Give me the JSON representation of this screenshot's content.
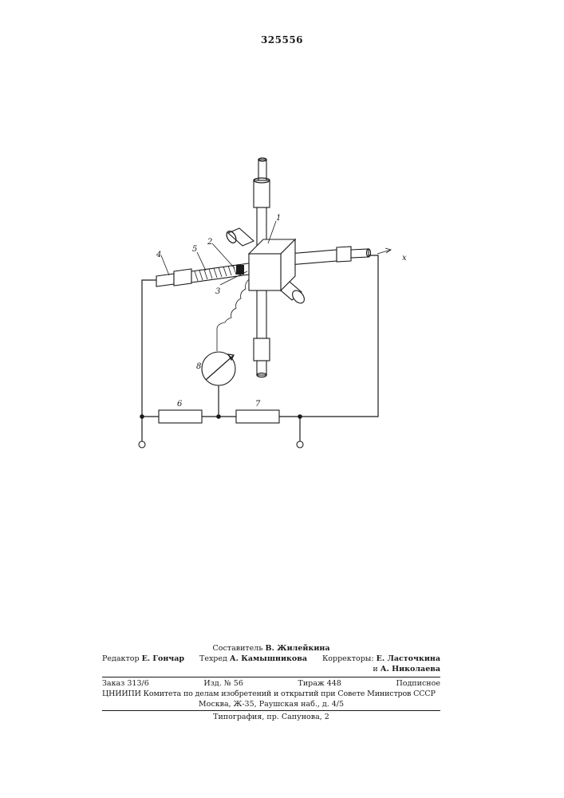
{
  "patent_number": "325556",
  "figure": {
    "labels": {
      "l1": "1",
      "l2": "2",
      "l3": "3",
      "l4": "4",
      "l5": "5",
      "l6": "6",
      "l7": "7",
      "l8": "8",
      "axis_x": "x"
    }
  },
  "imprint": {
    "compiler_prefix": "Составитель",
    "compiler_name": "В. Жилейкина",
    "editor_prefix": "Редактор",
    "editor_name": "Е. Гончар",
    "techred_prefix": "Техред",
    "techred_name": "А. Камышникова",
    "correctors_prefix": "Корректоры:",
    "corrector1": "Е. Ласточкина",
    "corrector_conj": "и",
    "corrector2": "А. Николаева",
    "order": "Заказ 313/6",
    "izd": "Изд. № 56",
    "tirazh": "Тираж 448",
    "subscription": "Подписное",
    "org_line": "ЦНИИПИ Комитета по делам изобретений и открытий при Совете Министров СССР",
    "address": "Москва, Ж-35, Раушская наб., д. 4/5",
    "printing": "Типография, пр. Сапунова, 2"
  }
}
